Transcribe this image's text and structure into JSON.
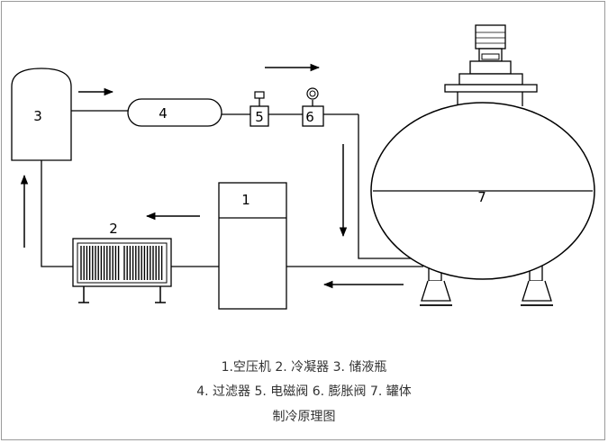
{
  "labels": {
    "compressor": "1",
    "condenser": "2",
    "receiver": "3",
    "filter": "4",
    "solenoid_valve": "5",
    "expansion_valve": "6",
    "tank": "7"
  },
  "caption": {
    "line1": "1.空压机  2. 冷凝器  3. 储液瓶",
    "line2": "4. 过滤器  5. 电磁阀    6. 膨胀阀  7. 罐体",
    "line3": "制冷原理图"
  }
}
